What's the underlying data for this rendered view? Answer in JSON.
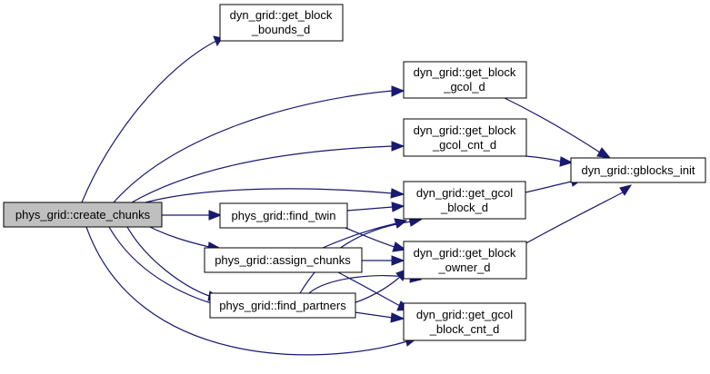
{
  "colors": {
    "edge": "#191970",
    "node_fill": "#ffffff",
    "root_fill": "#bfbfbf",
    "node_border": "#000000"
  },
  "nodes": {
    "create_chunks": {
      "lines": [
        "phys_grid::create_chunks"
      ]
    },
    "find_twin": {
      "lines": [
        "phys_grid::find_twin"
      ]
    },
    "assign_chunks": {
      "lines": [
        "phys_grid::assign_chunks"
      ]
    },
    "find_partners": {
      "lines": [
        "phys_grid::find_partners"
      ]
    },
    "get_block_bounds": {
      "lines": [
        "dyn_grid::get_block",
        "_bounds_d"
      ]
    },
    "get_block_gcol": {
      "lines": [
        "dyn_grid::get_block",
        "_gcol_d"
      ]
    },
    "get_block_gcol_cnt": {
      "lines": [
        "dyn_grid::get_block",
        "_gcol_cnt_d"
      ]
    },
    "get_gcol_block": {
      "lines": [
        "dyn_grid::get_gcol",
        "_block_d"
      ]
    },
    "get_block_owner": {
      "lines": [
        "dyn_grid::get_block",
        "_owner_d"
      ]
    },
    "get_gcol_block_cnt": {
      "lines": [
        "dyn_grid::get_gcol",
        "_block_cnt_d"
      ]
    },
    "gblocks_init": {
      "lines": [
        "dyn_grid::gblocks_init"
      ]
    }
  }
}
